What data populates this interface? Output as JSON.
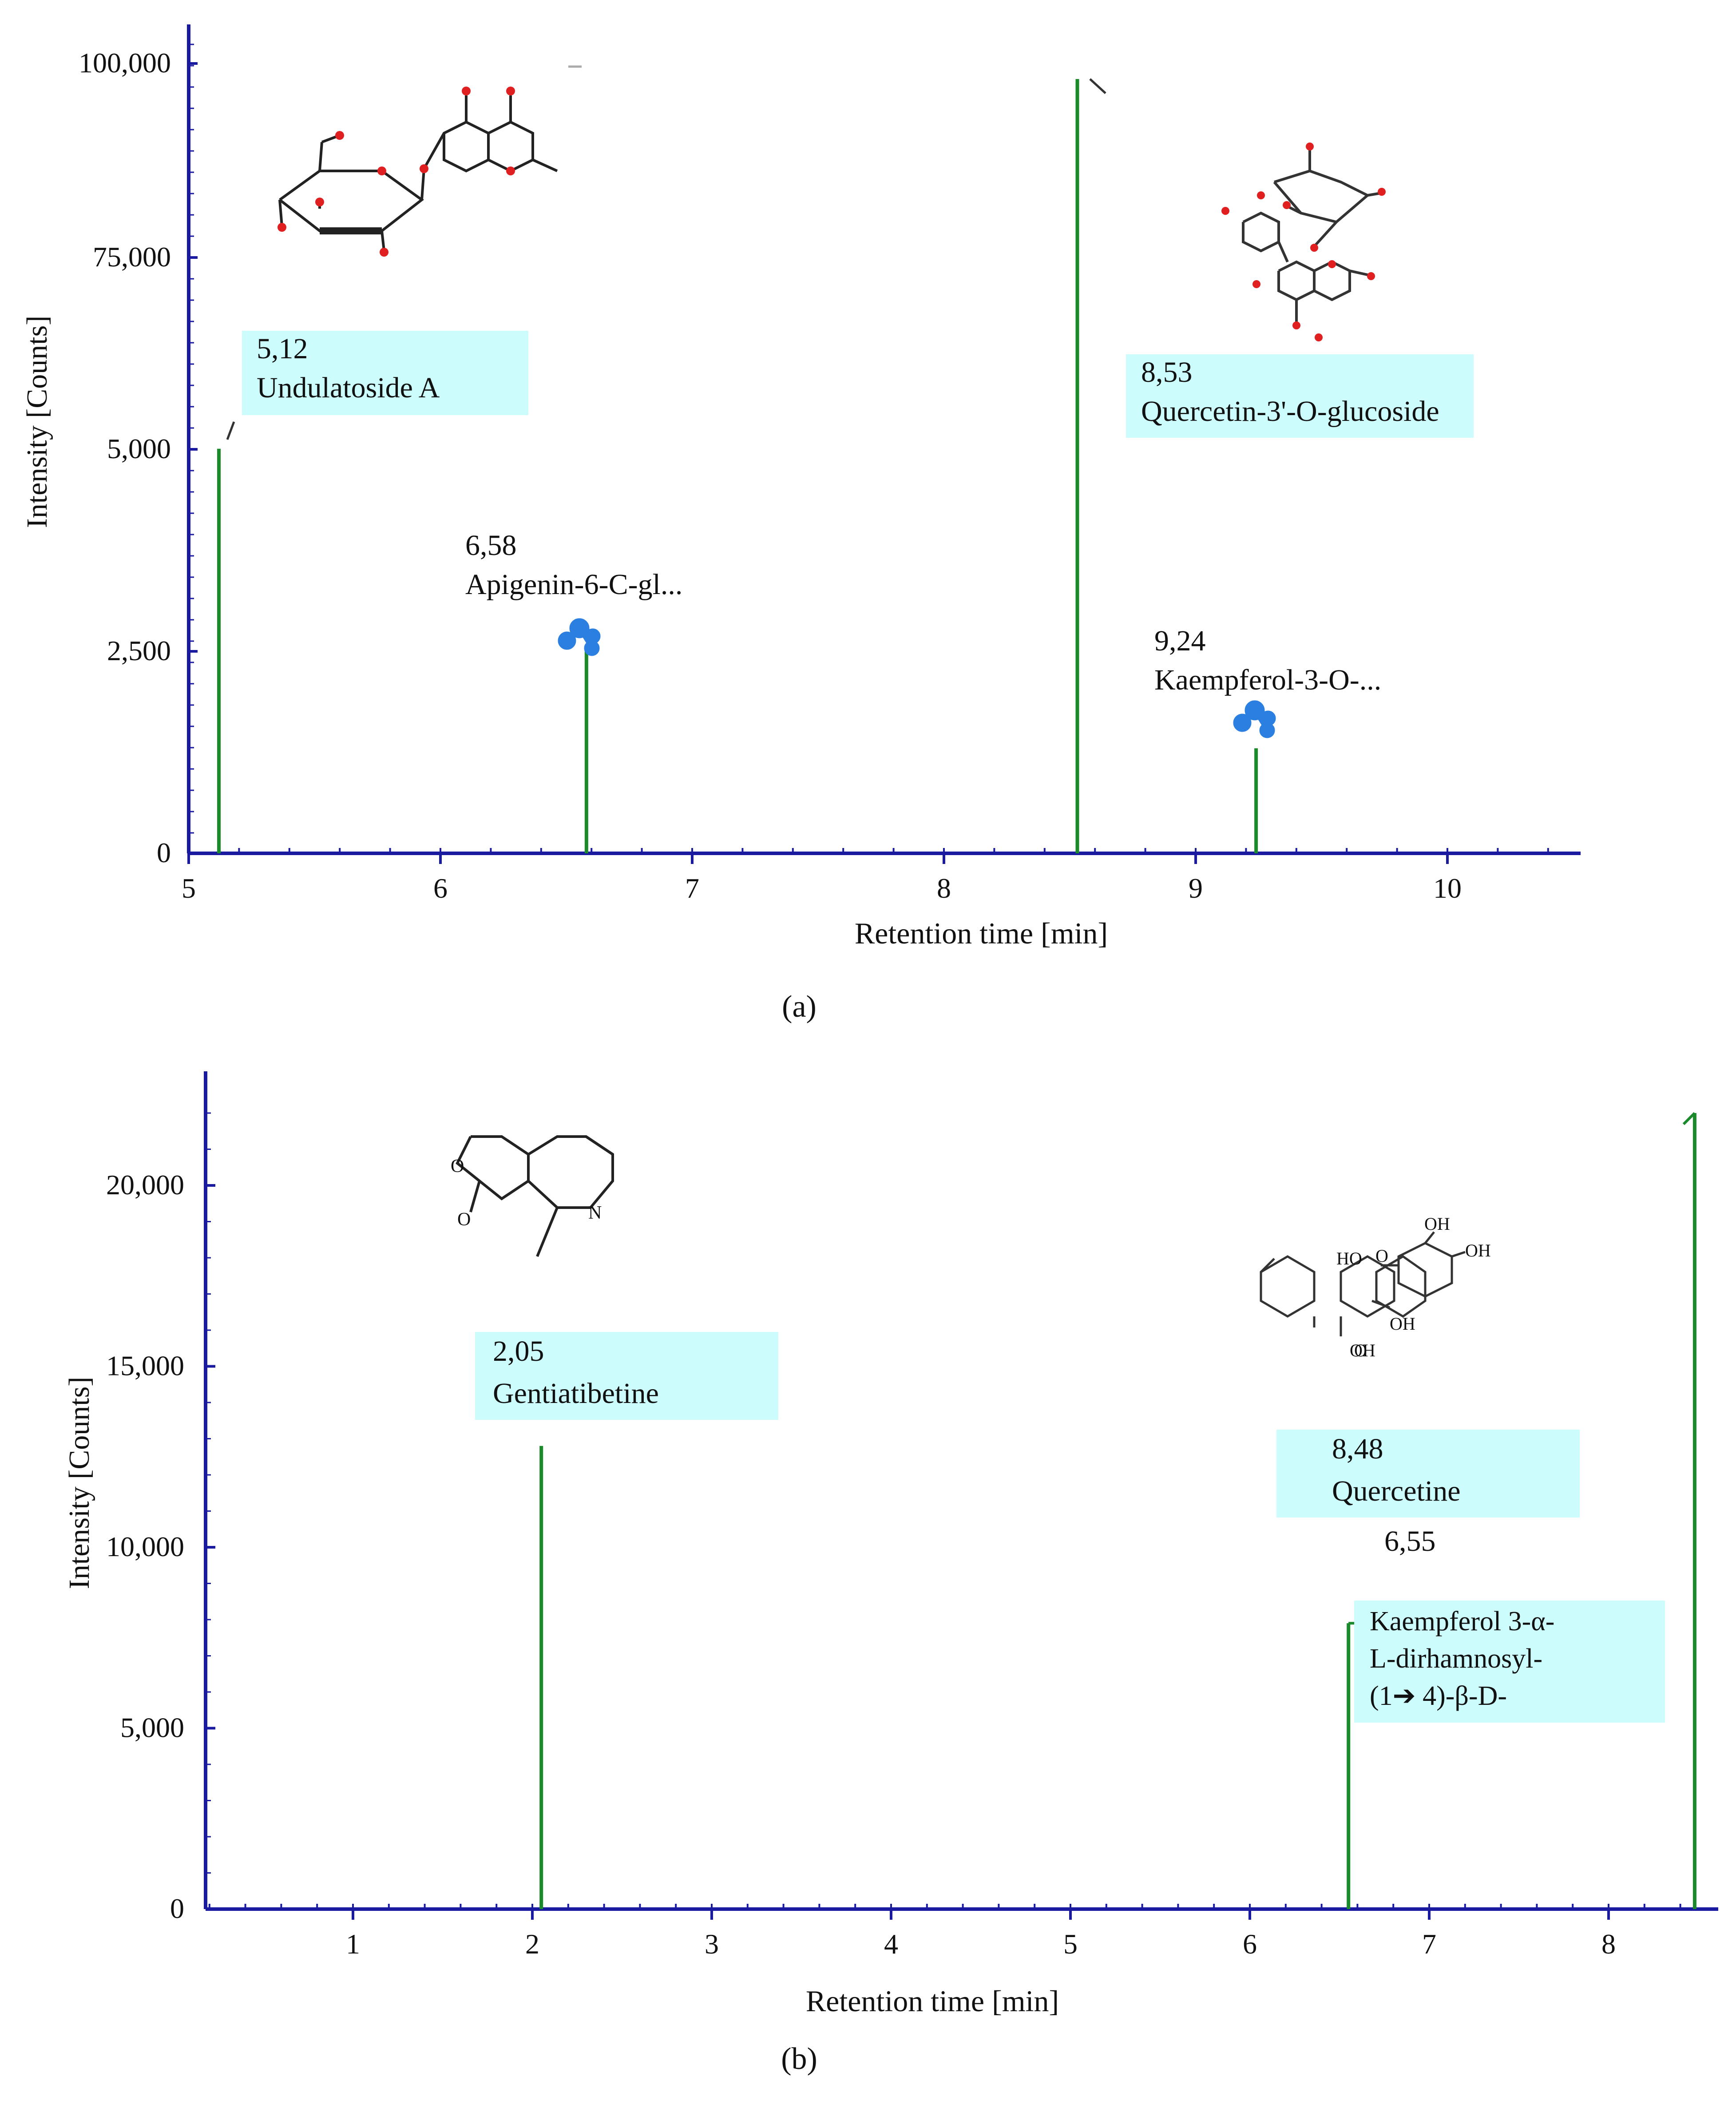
{
  "chart_data": [
    {
      "panel_label": "(a)",
      "type": "bar",
      "xlabel": "Retention time [min]",
      "ylabel": "Intensity [Counts]",
      "x_ticks": [
        5,
        6,
        7,
        8,
        9,
        10
      ],
      "y_ticks": [
        {
          "value": 0,
          "label": "0"
        },
        {
          "value": 2500,
          "label": "2,500"
        },
        {
          "value": 5000,
          "label": "5,000"
        },
        {
          "value": 75000,
          "label": "75,000"
        },
        {
          "value": 100000,
          "label": "100,000"
        }
      ],
      "xlim": [
        5,
        10.45
      ],
      "y_axis_note": "non-linear (broken) axis: 0-5,000 linear, then jumps to 75,000 and 100,000",
      "peaks": [
        {
          "x": 5.12,
          "y": 5200,
          "rt_label": "5,12",
          "name": "Undulatoside A",
          "highlight": true
        },
        {
          "x": 6.58,
          "y": 2500,
          "rt_label": "6,58",
          "name": "Apigenin-6-C-gl...",
          "highlight": false
        },
        {
          "x": 8.53,
          "y": 98000,
          "rt_label": "8,53",
          "name": "Quercetin-3'-O-glucoside",
          "highlight": true
        },
        {
          "x": 9.24,
          "y": 1300,
          "rt_label": "9,24",
          "name": "Kaempferol-3-O-...",
          "highlight": false
        }
      ],
      "structure_icons": [
        "undulatoside-structure",
        "quercetin-glucoside-structure",
        "molecule-icon",
        "molecule-icon"
      ]
    },
    {
      "panel_label": "(b)",
      "type": "bar",
      "xlabel": "Retention time [min]",
      "ylabel": "Intensity [Counts]",
      "x_ticks": [
        1,
        2,
        3,
        4,
        5,
        6,
        7,
        8
      ],
      "y_ticks": [
        {
          "value": 0,
          "label": "0"
        },
        {
          "value": 5000,
          "label": "5,000"
        },
        {
          "value": 10000,
          "label": "10,000"
        },
        {
          "value": 15000,
          "label": "15,000"
        },
        {
          "value": 20000,
          "label": "20,000"
        }
      ],
      "xlim": [
        0.2,
        8.55
      ],
      "ylim": [
        0,
        23000
      ],
      "peaks": [
        {
          "x": 2.05,
          "y": 12800,
          "rt_label": "2,05",
          "name": "Gentiatibetine",
          "highlight": true
        },
        {
          "x": 6.55,
          "y": 7900,
          "rt_label": "6,55",
          "name": "Kaempferol 3-α-\nL-dirhamnosyl-\n(1➔ 4)-β-D-",
          "highlight": true
        },
        {
          "x": 8.48,
          "y": 22000,
          "rt_label": "8,48",
          "name": "Quercetine",
          "highlight": true
        }
      ],
      "structure_labels": {
        "quercetin_atoms": [
          "OH",
          "OH",
          "HO",
          "O",
          "OH",
          "OH",
          "O"
        ],
        "gentiatibetine_atoms": [
          "O",
          "O",
          "N"
        ]
      }
    }
  ],
  "colors": {
    "axis": "#1a1aa0",
    "peak": "#1a8a2a",
    "highlight_box": "#ccfcfc",
    "molecule_blue": "#2a7fe0",
    "oxygen": "#e02020",
    "nitrogen": "#2040e0"
  }
}
